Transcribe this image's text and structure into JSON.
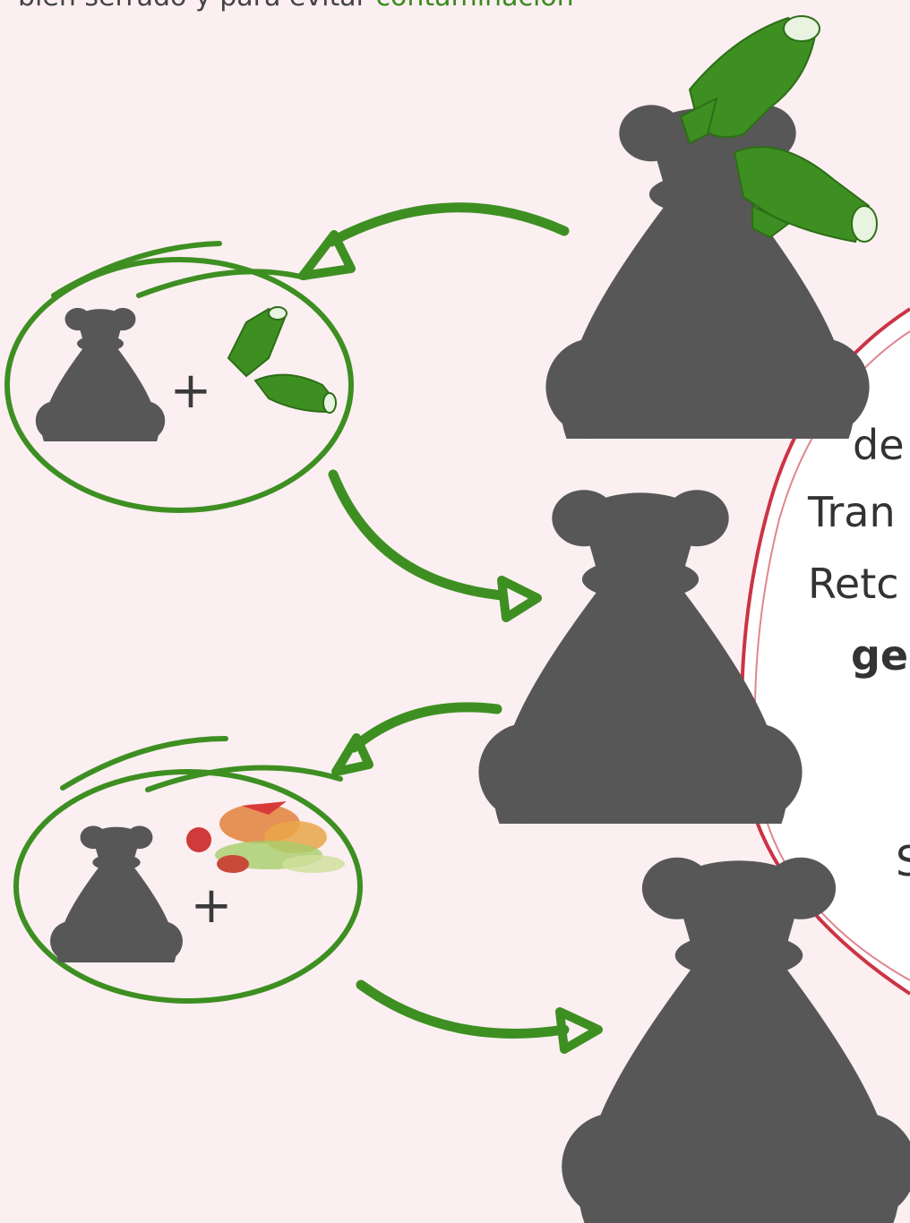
{
  "header": {
    "text_partial": "bien serrado y para evitar",
    "text_green": "contaminación"
  },
  "side_panel": {
    "line1": "de",
    "line2": "Tran",
    "line3": "Retc",
    "line4": "ge",
    "line5": "S"
  },
  "symbols": {
    "plus": "+"
  },
  "colors": {
    "background": "#fbeff1",
    "bag": "#575757",
    "green": "#3e8f22",
    "red": "#cc3344"
  }
}
